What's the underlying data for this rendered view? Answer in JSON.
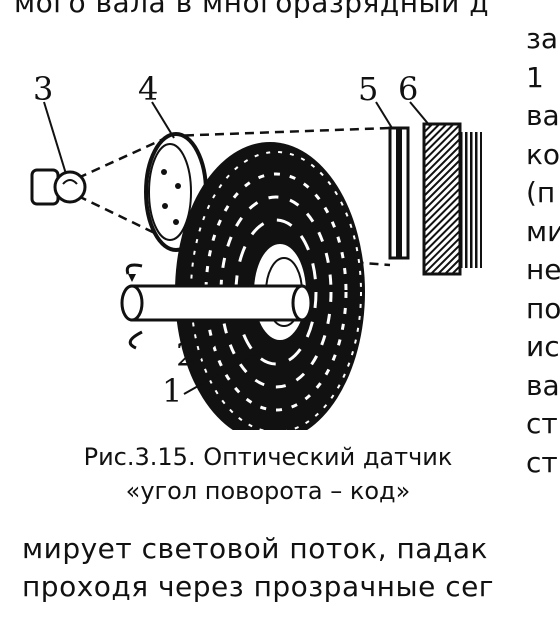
{
  "top_line": "мого вала в многоразрядный д",
  "right_fragments": [
    "за",
    "1",
    "ва",
    "ко",
    "(п",
    "ми",
    "не",
    "по",
    "ис",
    "ва",
    "ст",
    "ст"
  ],
  "figure": {
    "callouts": [
      "3",
      "4",
      "5",
      "6",
      "2",
      "1"
    ]
  },
  "caption": {
    "line1": "Рис.3.15. Оптический датчик",
    "line2": "«угол поворота – код»"
  },
  "bottom_lines": [
    "мирует световой поток, падак",
    "проходя через прозрачные сег"
  ]
}
